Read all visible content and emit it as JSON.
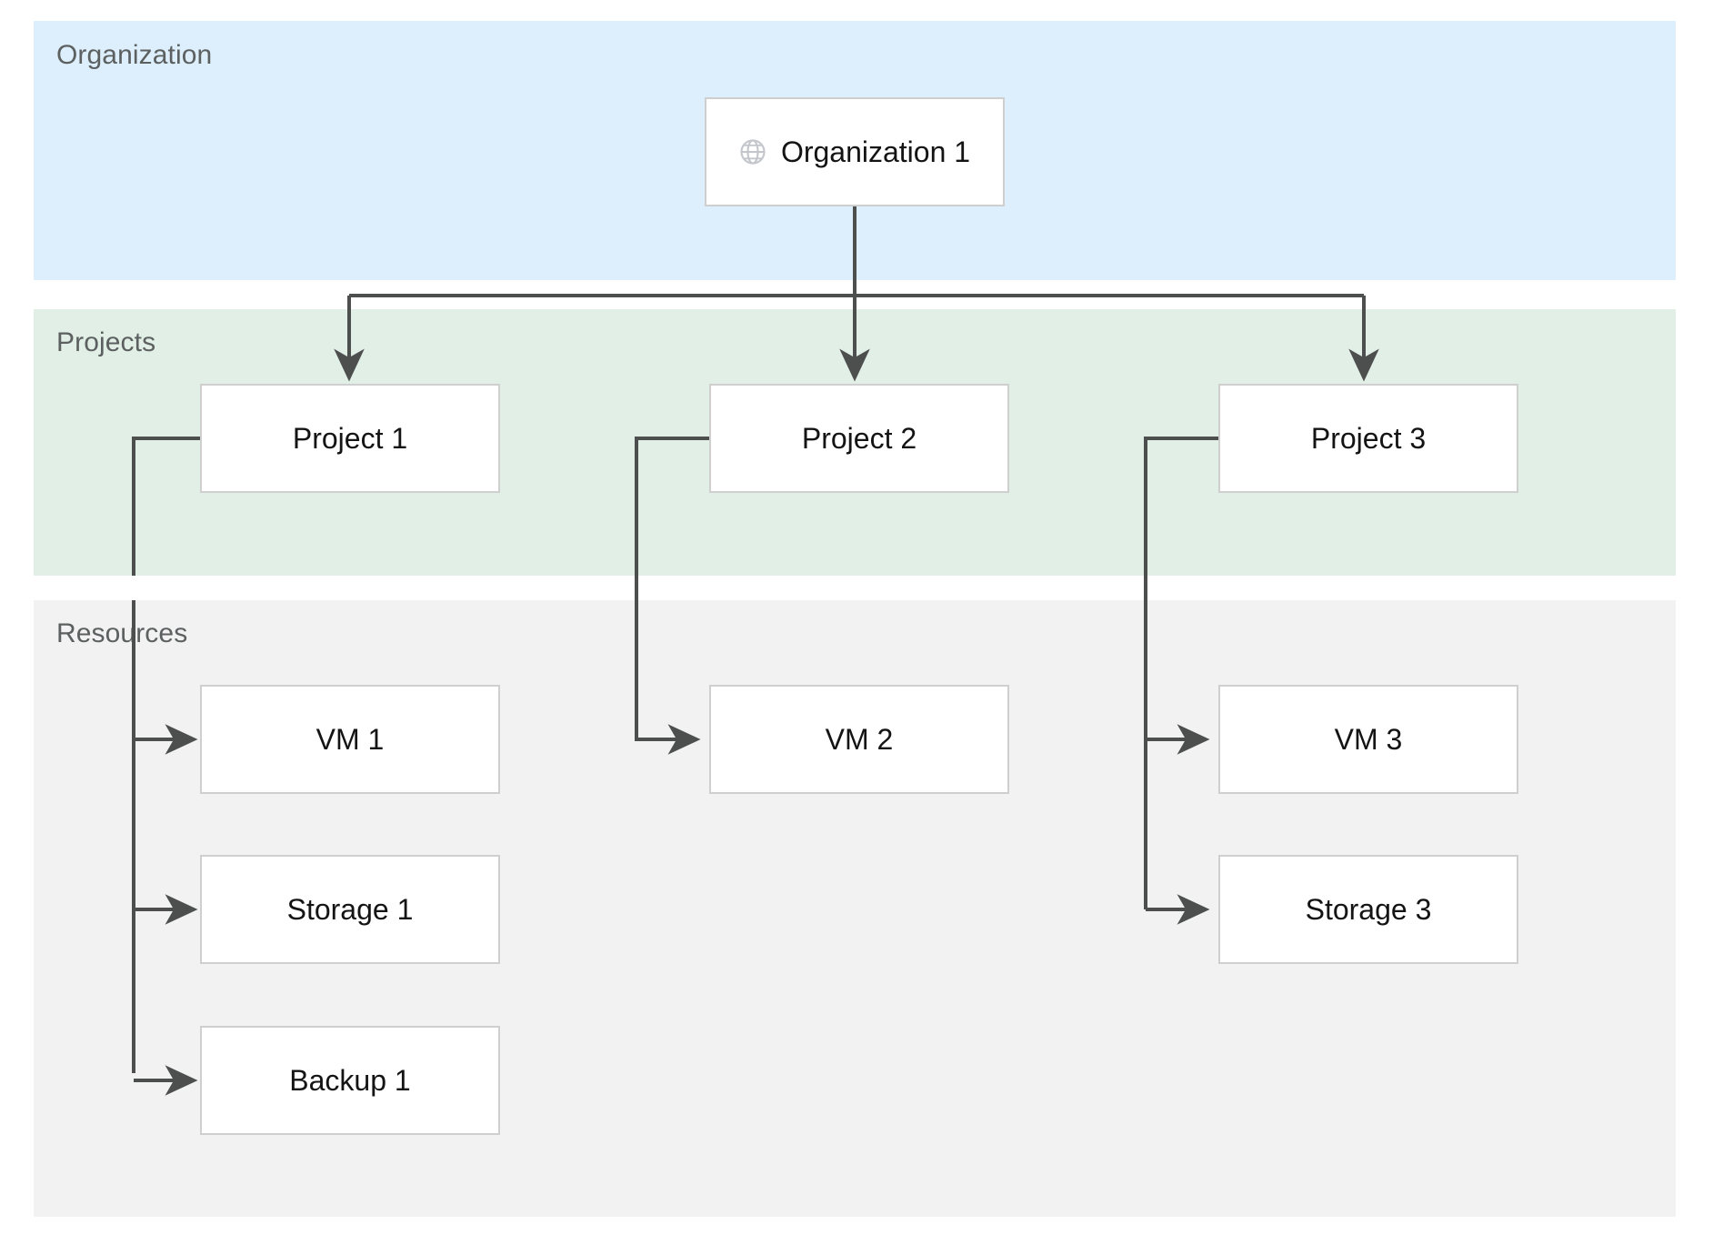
{
  "diagram": {
    "type": "hierarchy-layers",
    "background": "#ffffff",
    "edge_color": "#4d4f4f",
    "node_border_color": "#cfcfcf",
    "node_fill": "#ffffff",
    "label_color": "#5c6060",
    "text_color": "#141414"
  },
  "bands": [
    {
      "key": "organization",
      "label": "Organization",
      "color": "#ddeffc"
    },
    {
      "key": "projects",
      "label": "Projects",
      "color": "#e2efe7"
    },
    {
      "key": "resources",
      "label": "Resources",
      "color": "#f2f2f2"
    }
  ],
  "nodes": {
    "organization": {
      "label": "Organization 1",
      "icon": "globe-icon"
    },
    "projects": [
      {
        "label": "Project 1"
      },
      {
        "label": "Project 2"
      },
      {
        "label": "Project 3"
      }
    ],
    "resources": {
      "project1": [
        {
          "label": "VM 1"
        },
        {
          "label": "Storage 1"
        },
        {
          "label": "Backup 1"
        }
      ],
      "project2": [
        {
          "label": "VM 2"
        }
      ],
      "project3": [
        {
          "label": "VM 3"
        },
        {
          "label": "Storage 3"
        }
      ]
    }
  },
  "edges": [
    {
      "from": "Organization 1",
      "to": "Project 1"
    },
    {
      "from": "Organization 1",
      "to": "Project 2"
    },
    {
      "from": "Organization 1",
      "to": "Project 3"
    },
    {
      "from": "Project 1",
      "to": "VM 1"
    },
    {
      "from": "Project 1",
      "to": "Storage 1"
    },
    {
      "from": "Project 1",
      "to": "Backup 1"
    },
    {
      "from": "Project 2",
      "to": "VM 2"
    },
    {
      "from": "Project 3",
      "to": "VM 3"
    },
    {
      "from": "Project 3",
      "to": "Storage 3"
    }
  ]
}
